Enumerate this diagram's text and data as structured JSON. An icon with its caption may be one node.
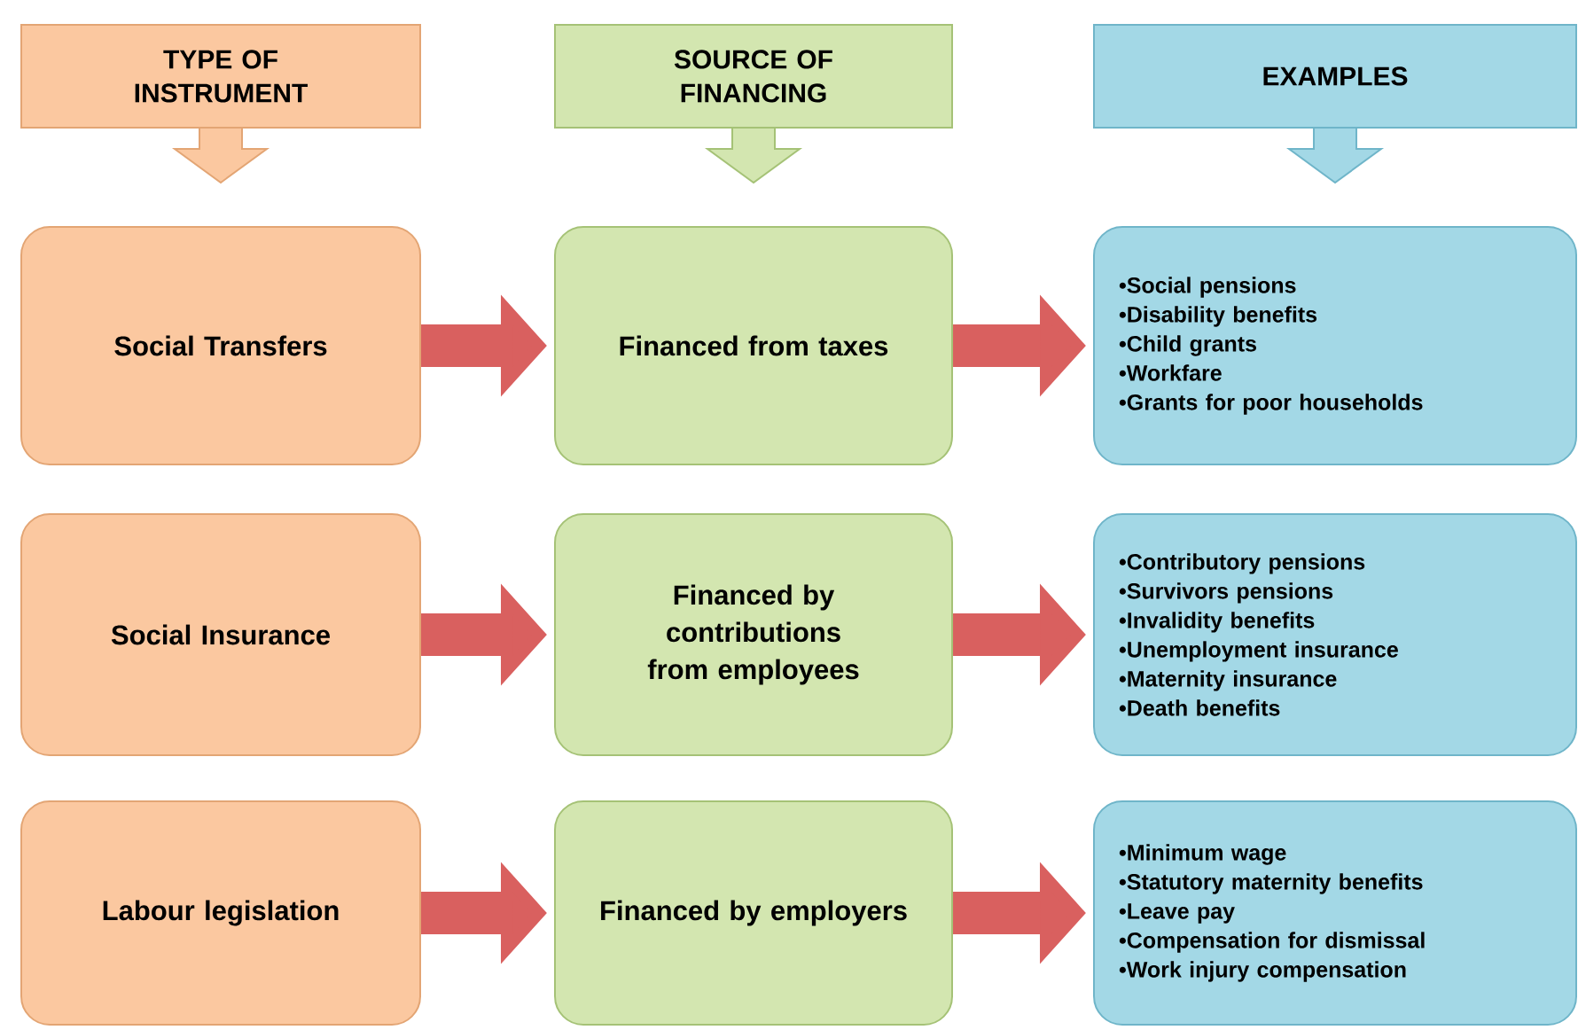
{
  "diagram": {
    "nodes": [
      {
        "text": [
          "TYPE OF INSTRUMENT"
        ]
      },
      {
        "text": [
          "SOURCE OF FINANCING"
        ]
      },
      {
        "text": [
          "EXAMPLES"
        ]
      },
      {
        "text": [
          "Social Transfers"
        ]
      },
      {
        "text": [
          "Financed from taxes"
        ]
      },
      {
        "text": [
          "•Social pensions",
          "•Disability benefits",
          "•Child grants",
          "•Workfare",
          "•Grants for poor households"
        ]
      },
      {
        "text": [
          "Social Insurance"
        ]
      },
      {
        "text": [
          "Financed by contributions from employees"
        ]
      },
      {
        "text": [
          "•Contributory pensions",
          "•Survivors pensions",
          "•Invalidity benefits",
          "•Unemployment insurance",
          "•Maternity insurance",
          "•Death benefits"
        ]
      },
      {
        "text": [
          "Labour legislation"
        ]
      },
      {
        "text": [
          "Financed by employers"
        ]
      },
      {
        "text": [
          "•Minimum wage",
          "•Statutory maternity benefits",
          "•Leave pay",
          "•Compensation for dismissal",
          "•Work injury compensation"
        ]
      }
    ],
    "edges": [
      {
        "from": 3,
        "to": 4,
        "arrow": "to"
      },
      {
        "from": 4,
        "to": 5,
        "arrow": "to"
      },
      {
        "from": 6,
        "to": 7,
        "arrow": "to"
      },
      {
        "from": 7,
        "to": 8,
        "arrow": "to"
      },
      {
        "from": 9,
        "to": 10,
        "arrow": "to"
      },
      {
        "from": 10,
        "to": 11,
        "arrow": "to"
      }
    ]
  }
}
